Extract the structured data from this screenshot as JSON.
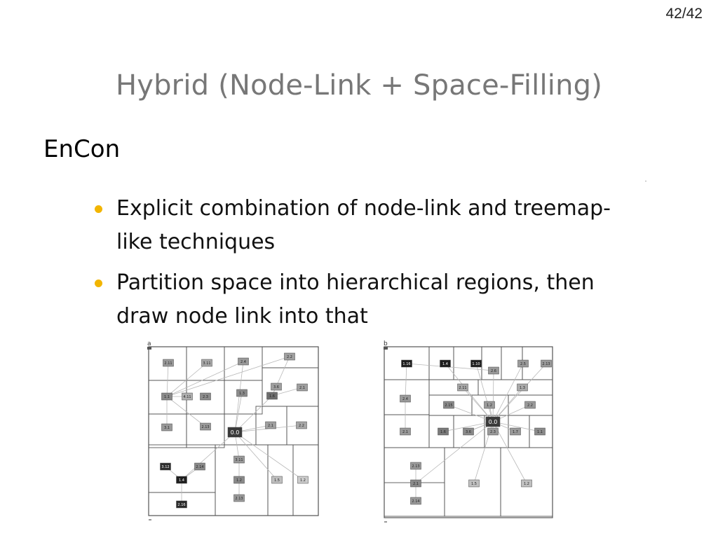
{
  "slide": {
    "number": "42/42",
    "title": "Hybrid (Node-Link + Space-Filling)",
    "heading": "EnCon"
  },
  "bullets": [
    {
      "text": "Explicit combination of node-link and treemap-like techniques"
    },
    {
      "text": "Partition space into hierarchical regions, then draw node link into that"
    }
  ],
  "colors": {
    "title": "#777777",
    "bullet": "#f2b500",
    "border": "#555555",
    "link": "#b8b8b8"
  },
  "figures": {
    "a": {
      "panel_label": "a",
      "nodes": [
        {
          "label": "2.11",
          "shade": "#9a9a9a"
        },
        {
          "label": "3.11",
          "shade": "#a8a8a8"
        },
        {
          "label": "2.4",
          "shade": "#9a9a9a"
        },
        {
          "label": "2.2",
          "shade": "#a0a0a0"
        },
        {
          "label": "3.6",
          "shade": "#a0a0a0"
        },
        {
          "label": "1.1",
          "shade": "#8a8a8a"
        },
        {
          "label": "4.11",
          "shade": "#b0b0b0"
        },
        {
          "label": "2.3",
          "shade": "#8c8c8c"
        },
        {
          "label": "1.3",
          "shade": "#8c8c8c"
        },
        {
          "label": "1.6",
          "shade": "#6e6e6e"
        },
        {
          "label": "2.1",
          "shade": "#a0a0a0"
        },
        {
          "label": "3.1",
          "shade": "#9a9a9a"
        },
        {
          "label": "2.13",
          "shade": "#9a9a9a"
        },
        {
          "label": "0.0",
          "shade": "#3a3a3a"
        },
        {
          "label": "2.1",
          "shade": "#a0a0a0"
        },
        {
          "label": "2.2",
          "shade": "#a8a8a8"
        },
        {
          "label": "3.12",
          "shade": "#2e2e2e"
        },
        {
          "label": "2.14",
          "shade": "#8a8a8a"
        },
        {
          "label": "1.4",
          "shade": "#1e1e1e"
        },
        {
          "label": "3.11",
          "shade": "#9a9a9a"
        },
        {
          "label": "1.2",
          "shade": "#8a8a8a"
        },
        {
          "label": "2.13",
          "shade": "#9a9a9a"
        },
        {
          "label": "1.5",
          "shade": "#c0c0c0"
        },
        {
          "label": "1.2",
          "shade": "#cccccc"
        },
        {
          "label": "2.16",
          "shade": "#2a2a2a"
        }
      ]
    },
    "b": {
      "panel_label": "b",
      "nodes": [
        {
          "label": "1.16",
          "shade": "#1e1e1e"
        },
        {
          "label": "1.4",
          "shade": "#1e1e1e"
        },
        {
          "label": "1.10",
          "shade": "#1e1e1e"
        },
        {
          "label": "2.6",
          "shade": "#9a9a9a"
        },
        {
          "label": "2.5",
          "shade": "#9a9a9a"
        },
        {
          "label": "2.13",
          "shade": "#9a9a9a"
        },
        {
          "label": "2.11",
          "shade": "#a8a8a8"
        },
        {
          "label": "1.3",
          "shade": "#aaaaaa"
        },
        {
          "label": "2.15",
          "shade": "#8a8a8a"
        },
        {
          "label": "1.2",
          "shade": "#9a9a9a"
        },
        {
          "label": "2.2",
          "shade": "#9a9a9a"
        },
        {
          "label": "2.4",
          "shade": "#9a9a9a"
        },
        {
          "label": "2.1",
          "shade": "#9a9a9a"
        },
        {
          "label": "1.6",
          "shade": "#7a7a7a"
        },
        {
          "label": "3.6",
          "shade": "#8a8a8a"
        },
        {
          "label": "0.0",
          "shade": "#3a3a3a"
        },
        {
          "label": "2.3",
          "shade": "#9a9a9a"
        },
        {
          "label": "1.7",
          "shade": "#9a9a9a"
        },
        {
          "label": "1.1",
          "shade": "#8a8a8a"
        },
        {
          "label": "2.13",
          "shade": "#9a9a9a"
        },
        {
          "label": "2.1",
          "shade": "#8a8a8a"
        },
        {
          "label": "2.14",
          "shade": "#9a9a9a"
        },
        {
          "label": "1.5",
          "shade": "#c0c0c0"
        },
        {
          "label": "1.2",
          "shade": "#c0c0c0"
        }
      ]
    }
  }
}
